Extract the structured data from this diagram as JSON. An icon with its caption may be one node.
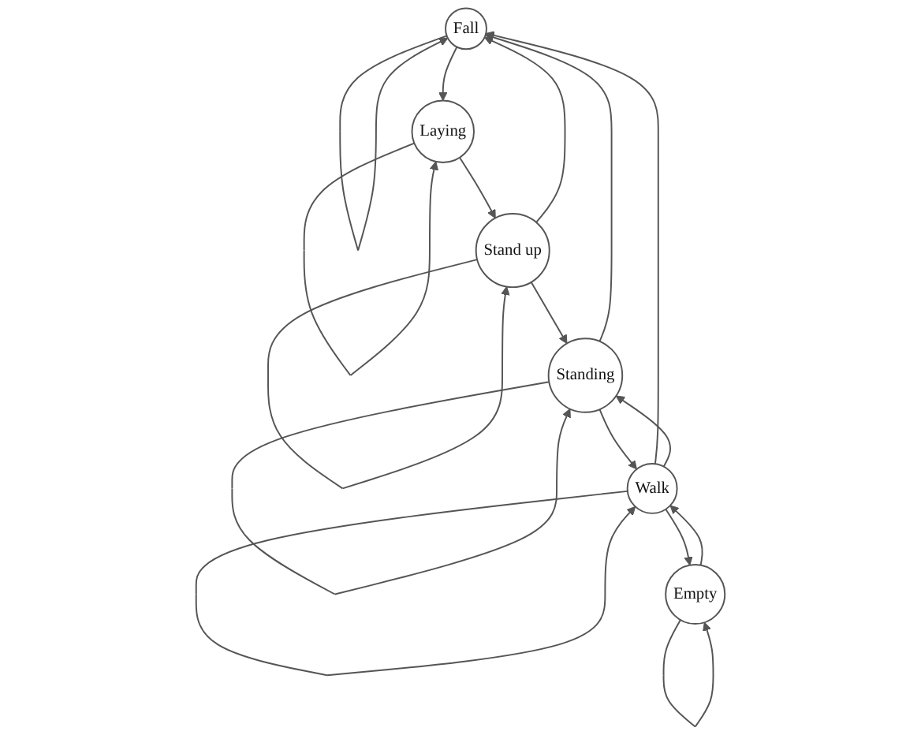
{
  "diagram": {
    "nodes": [
      {
        "text": [
          "Fall"
        ]
      },
      {
        "text": [
          "Laying"
        ]
      },
      {
        "text": [
          "Walk"
        ]
      },
      {
        "text": [
          "Stand up"
        ]
      },
      {
        "text": [
          "Standing"
        ]
      },
      {
        "text": [
          "Empty"
        ]
      }
    ],
    "edges": [
      {
        "from": 0,
        "to": 0,
        "arrow": "to"
      },
      {
        "from": 0,
        "to": 1,
        "arrow": "to"
      },
      {
        "from": 1,
        "to": 1,
        "arrow": "to"
      },
      {
        "from": 1,
        "to": 3,
        "arrow": "to"
      },
      {
        "from": 3,
        "to": 3,
        "arrow": "to"
      },
      {
        "from": 3,
        "to": 0,
        "arrow": "to"
      },
      {
        "from": 3,
        "to": 4,
        "arrow": "to"
      },
      {
        "from": 4,
        "to": 4,
        "arrow": "to"
      },
      {
        "from": 4,
        "to": 0,
        "arrow": "to"
      },
      {
        "from": 2,
        "to": 2,
        "arrow": "to"
      },
      {
        "from": 2,
        "to": 0,
        "arrow": "to"
      },
      {
        "from": 2,
        "to": 4,
        "arrow": "to"
      },
      {
        "from": 4,
        "to": 2,
        "arrow": "to"
      },
      {
        "from": 2,
        "to": 5,
        "arrow": "to"
      },
      {
        "from": 5,
        "to": 2,
        "arrow": "to"
      },
      {
        "from": 5,
        "to": 5,
        "arrow": "to"
      }
    ]
  }
}
